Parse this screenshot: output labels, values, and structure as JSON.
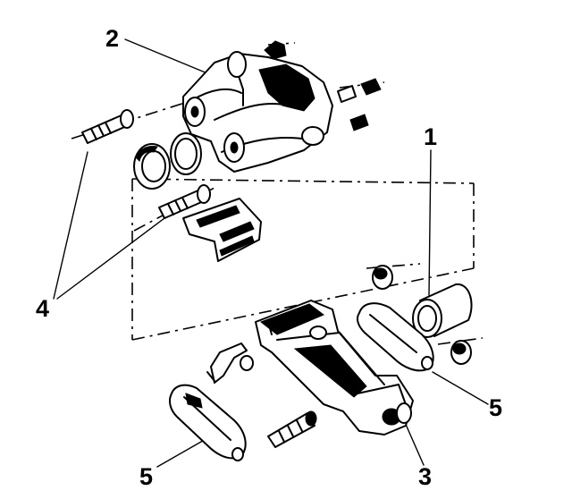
{
  "figure": {
    "callouts": [
      {
        "id": "callout-1",
        "label": "1"
      },
      {
        "id": "callout-2",
        "label": "2"
      },
      {
        "id": "callout-3",
        "label": "3"
      },
      {
        "id": "callout-4",
        "label": "4"
      },
      {
        "id": "callout-5a",
        "label": "5"
      },
      {
        "id": "callout-5b",
        "label": "5"
      }
    ]
  }
}
